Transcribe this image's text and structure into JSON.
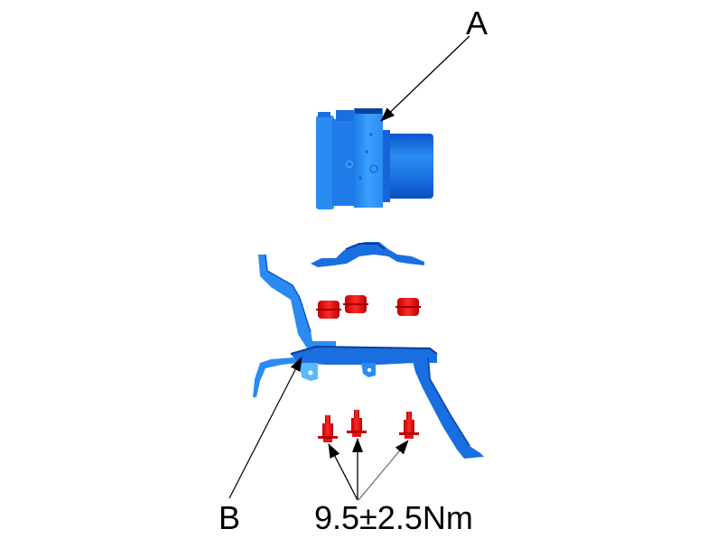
{
  "diagram": {
    "callouts": {
      "a": "A",
      "b": "B",
      "torque": "9.5±2.5Nm"
    },
    "components": [
      {
        "id": "abs-module",
        "label": "A",
        "color": "#2b8cf0"
      },
      {
        "id": "upper-bracket",
        "color": "#1a6fe0"
      },
      {
        "id": "rubber-bushings",
        "count": 3,
        "color": "#e01010"
      },
      {
        "id": "mounting-bracket",
        "label": "B",
        "color": "#1a6fe0"
      },
      {
        "id": "bolts",
        "count": 3,
        "color": "#e01010",
        "torque": "9.5±2.5Nm"
      }
    ],
    "colors": {
      "blue_light": "#3aa0ff",
      "blue": "#1e7be8",
      "blue_dark": "#0a4fc0",
      "red": "#e31414",
      "red_dark": "#a80000",
      "line": "#000000"
    }
  }
}
